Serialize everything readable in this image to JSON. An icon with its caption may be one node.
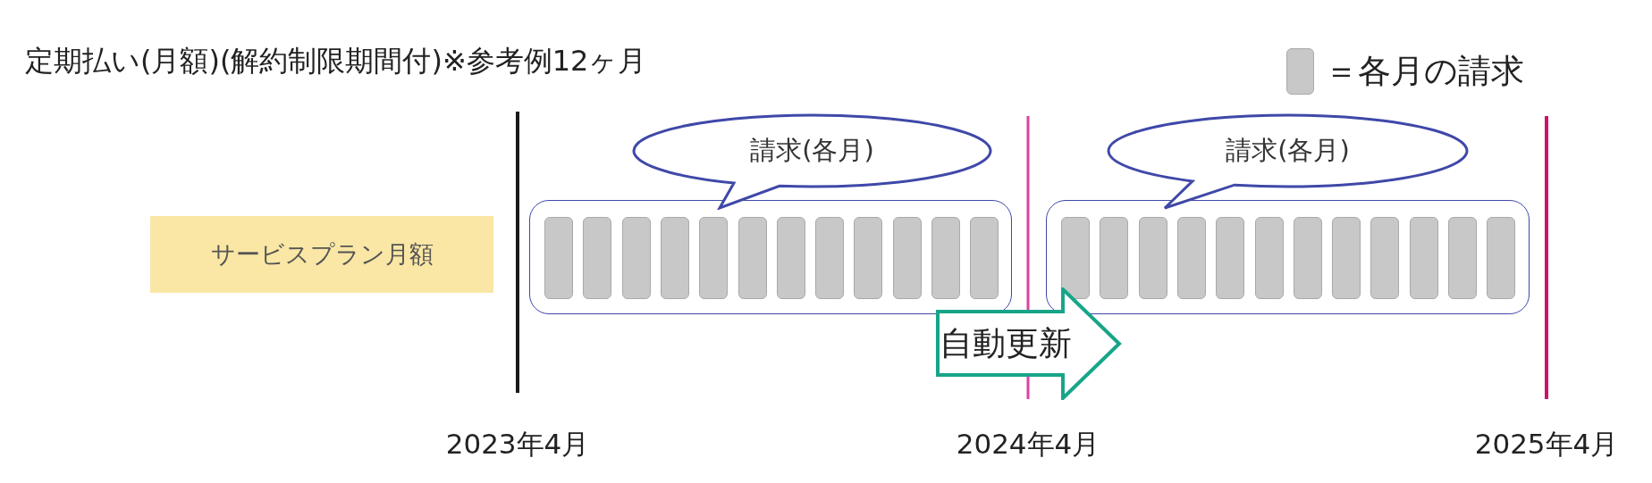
{
  "diagram": {
    "title": "定期払い(月額)(解約制限期間付)※参考例12ヶ月",
    "nodes": [
      {
        "text": [
          "サービスプラン月額"
        ]
      },
      {
        "text": [
          "請求(各月)"
        ]
      },
      {
        "text": [],
        "shape": "box"
      },
      {
        "text": [],
        "shape": "bar",
        "in": 2
      },
      {
        "text": [],
        "shape": "bar",
        "in": 2
      },
      {
        "text": [],
        "shape": "bar",
        "in": 2
      },
      {
        "text": [],
        "shape": "bar",
        "in": 2
      },
      {
        "text": [],
        "shape": "bar",
        "in": 2
      },
      {
        "text": [],
        "shape": "bar",
        "in": 2
      },
      {
        "text": [],
        "shape": "bar",
        "in": 2
      },
      {
        "text": [],
        "shape": "bar",
        "in": 2
      },
      {
        "text": [],
        "shape": "bar",
        "in": 2
      },
      {
        "text": [],
        "shape": "bar",
        "in": 2
      },
      {
        "text": [],
        "shape": "bar",
        "in": 2
      },
      {
        "text": [],
        "shape": "bar",
        "in": 2
      },
      {
        "text": [
          "請求(各月)"
        ]
      },
      {
        "text": [],
        "shape": "box"
      },
      {
        "text": [],
        "shape": "bar",
        "in": 16
      },
      {
        "text": [],
        "shape": "bar",
        "in": 16
      },
      {
        "text": [],
        "shape": "bar",
        "in": 16
      },
      {
        "text": [],
        "shape": "bar",
        "in": 16
      },
      {
        "text": [],
        "shape": "bar",
        "in": 16
      },
      {
        "text": [],
        "shape": "bar",
        "in": 16
      },
      {
        "text": [],
        "shape": "bar",
        "in": 16
      },
      {
        "text": [],
        "shape": "bar",
        "in": 16
      },
      {
        "text": [],
        "shape": "bar",
        "in": 16
      },
      {
        "text": [],
        "shape": "bar",
        "in": 16
      },
      {
        "text": [],
        "shape": "bar",
        "in": 16
      },
      {
        "text": [],
        "shape": "bar",
        "in": 16
      },
      {
        "text": [
          "自動更新"
        ]
      }
    ],
    "labels": [
      "2023年4月",
      "2024年4月",
      "2025年4月"
    ],
    "legend": [
      {
        "text": "＝各月の請求",
        "color": "#c8c8c8"
      }
    ]
  }
}
